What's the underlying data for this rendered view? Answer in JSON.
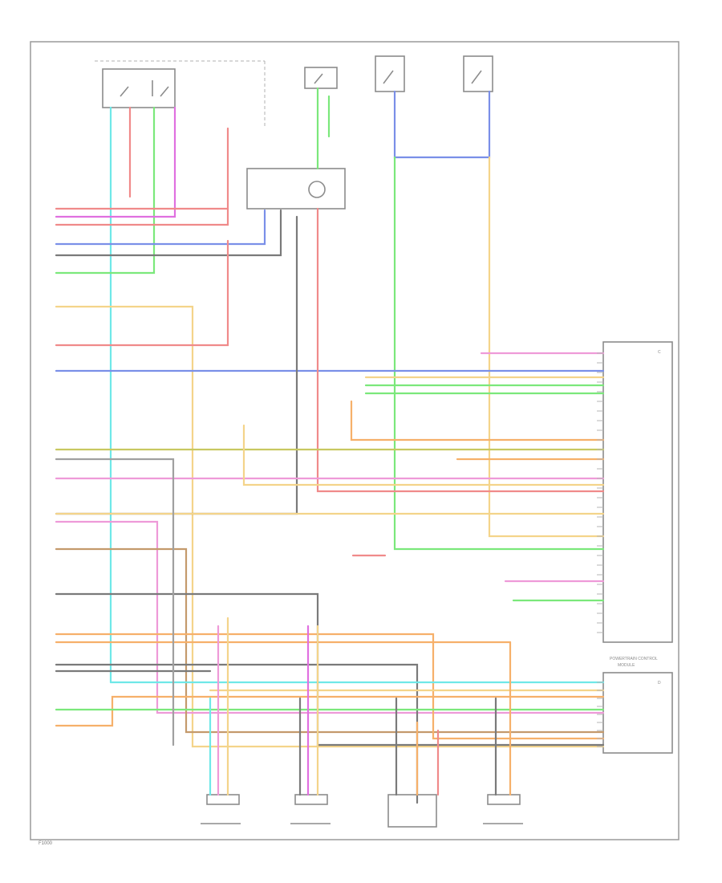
{
  "diagram": {
    "page_code": "F1000",
    "connector_labels": [
      "C",
      "D"
    ],
    "pcm_label_lines": [
      "POWERTRAIN CONTROL",
      "MODULE"
    ]
  },
  "colors": {
    "red": "#f08a8a",
    "pink": "#ee9ad8",
    "magenta": "#e070e0",
    "cyan": "#6fe8e8",
    "blue": "#7a8fe8",
    "green": "#7be87b",
    "orange": "#f6b06a",
    "yellow": "#f4d48a",
    "olive": "#c8c860",
    "gray": "#a0a0a0",
    "dark": "#7a7a7a",
    "brown": "#c49a6c"
  }
}
